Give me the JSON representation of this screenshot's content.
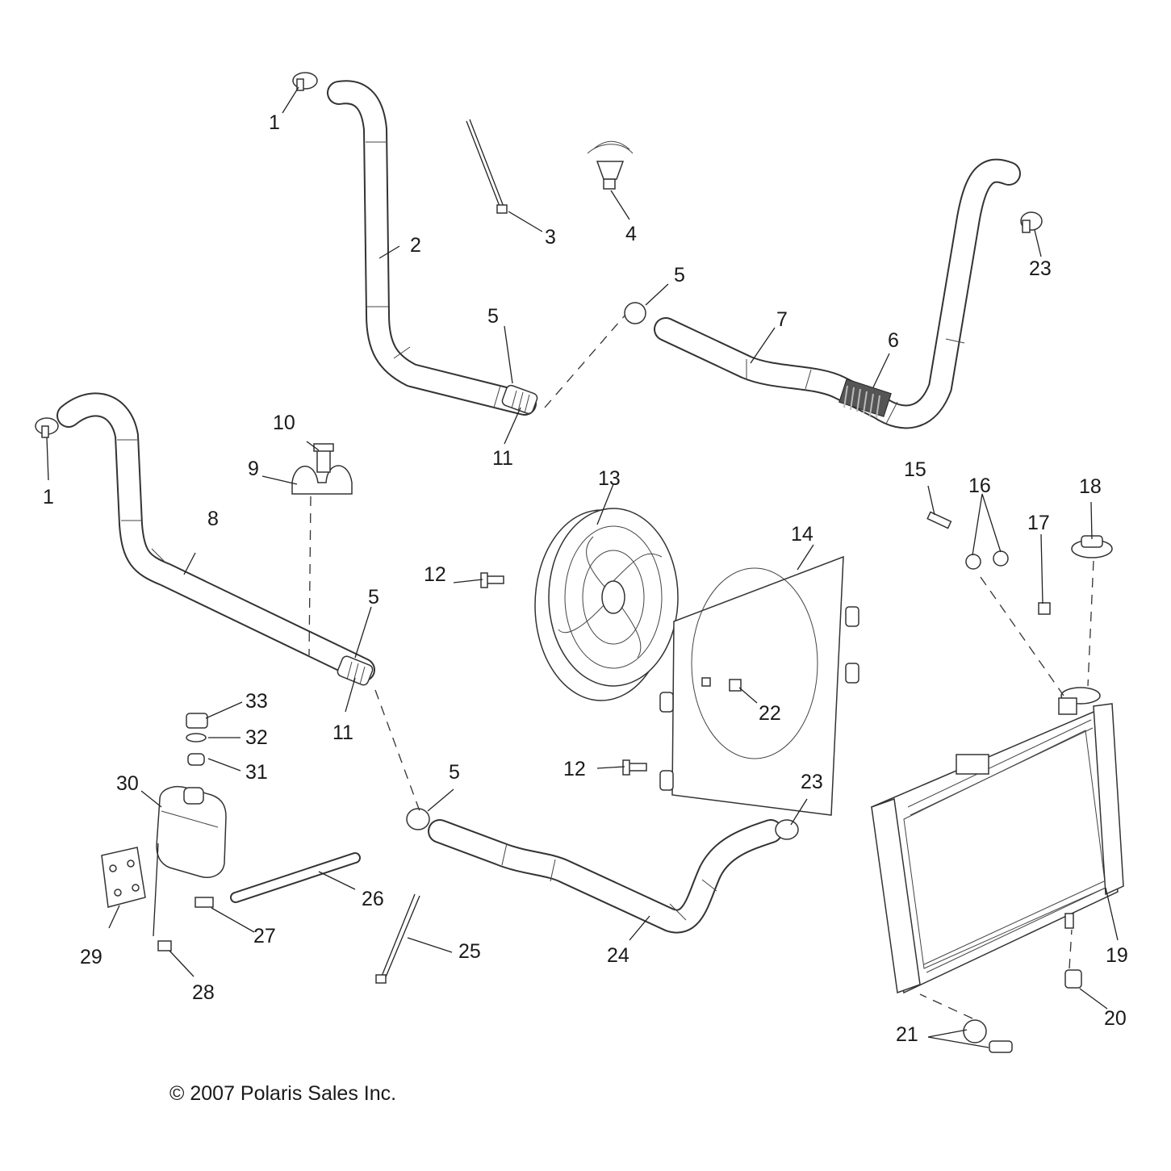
{
  "labels": [
    "1",
    "2",
    "3",
    "4",
    "5",
    "5",
    "5",
    "5",
    "5",
    "6",
    "7",
    "23",
    "11",
    "11",
    "10",
    "9",
    "1",
    "8",
    "12",
    "12",
    "13",
    "14",
    "22",
    "15",
    "16",
    "17",
    "18",
    "33",
    "32",
    "31",
    "30",
    "29",
    "26",
    "27",
    "28",
    "25",
    "24",
    "23",
    "19",
    "20",
    "21"
  ],
  "copyright": "© 2007 Polaris Sales Inc."
}
